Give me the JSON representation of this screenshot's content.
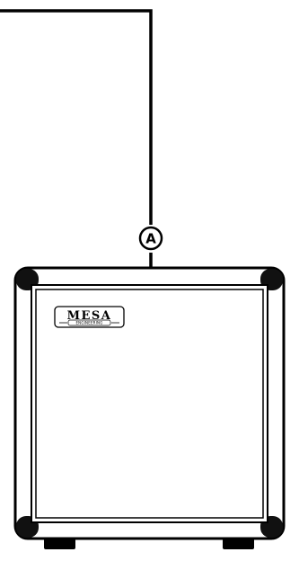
{
  "callout": {
    "label": "A"
  },
  "logo": {
    "brand": "MESA",
    "subtitle": "ENGINEERING"
  },
  "colors": {
    "line": "#000000",
    "cabinet_fill": "#ffffff",
    "corner_fill": "#111111",
    "background": "#ffffff"
  }
}
